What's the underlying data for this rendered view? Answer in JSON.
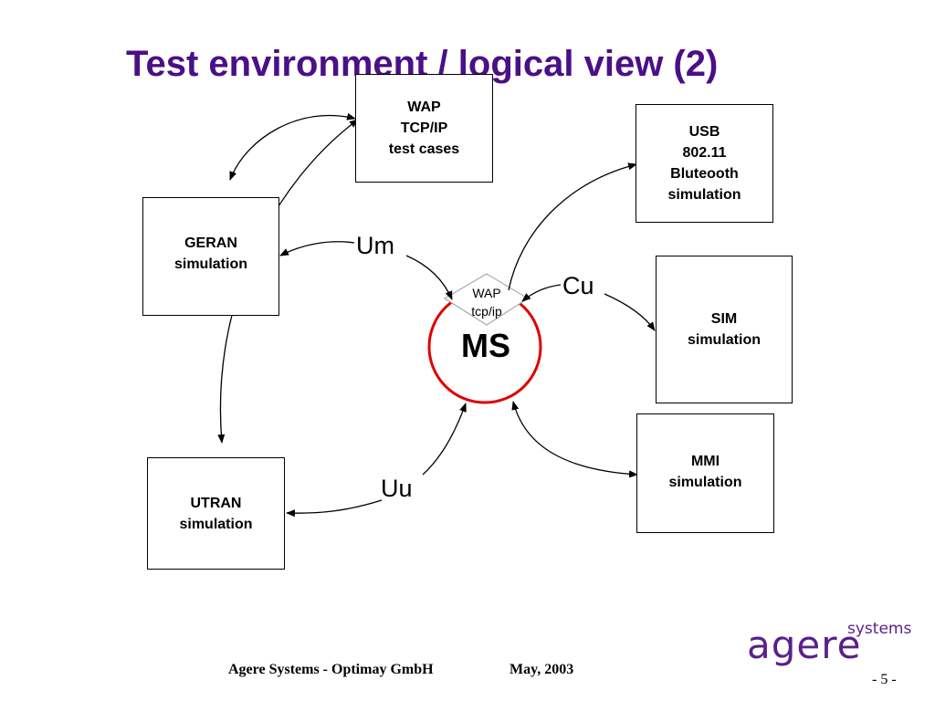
{
  "slide": {
    "title": "Test environment / logical view (2)"
  },
  "boxes": {
    "wap": "WAP\nTCP/IP\ntest cases",
    "usb": "USB\n802.11\nBluteooth\nsimulation",
    "geran": "GERAN\nsimulation",
    "sim": "SIM\nsimulation",
    "mmi": "MMI\nsimulation",
    "utran": "UTRAN\nsimulation"
  },
  "center": {
    "ms_label": "MS",
    "wap_label": "WAP\ntcp/ip"
  },
  "interfaces": {
    "um": "Um",
    "cu": "Cu",
    "uu": "Uu"
  },
  "footer": {
    "company": "Agere Systems - Optimay GmbH",
    "date": "May, 2003",
    "page": "- 5 -"
  },
  "logo": {
    "name": "agere",
    "suffix": "systems"
  },
  "colors": {
    "title": "#4b0f86",
    "ms_circle": "#e00000",
    "logo": "#5a1f8c"
  }
}
